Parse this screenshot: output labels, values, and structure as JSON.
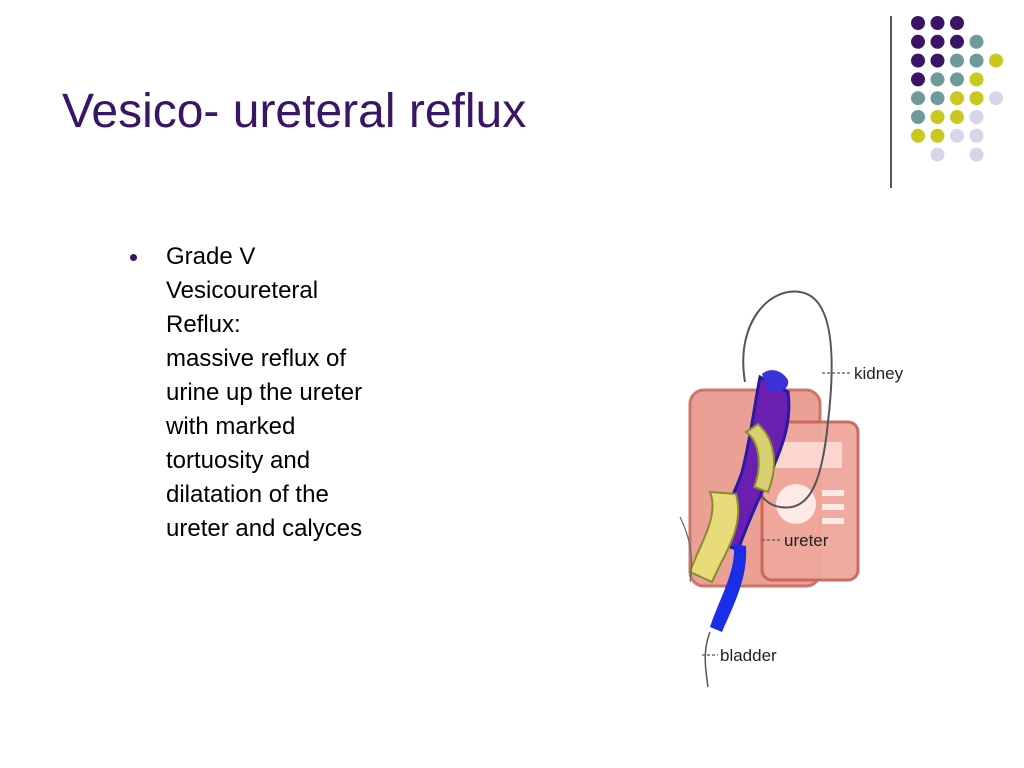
{
  "slide": {
    "title": "Vesico- ureteral reflux",
    "bullet": {
      "lines": [
        "Grade V",
        "Vesicoureteral",
        "Reflux:",
        "massive reflux of",
        "urine up the ureter",
        "with marked",
        "tortuosity and",
        "dilatation of the",
        "ureter and calyces"
      ]
    }
  },
  "diagram": {
    "labels": {
      "kidney": "kidney",
      "ureter": "ureter",
      "bladder": "bladder"
    }
  },
  "theme": {
    "title_color": "#3a1565",
    "dot_colors": {
      "purple": "#3a1565",
      "teal": "#6e9a9a",
      "yellow": "#c8c81e",
      "lavender": "#d6d6ea"
    }
  }
}
